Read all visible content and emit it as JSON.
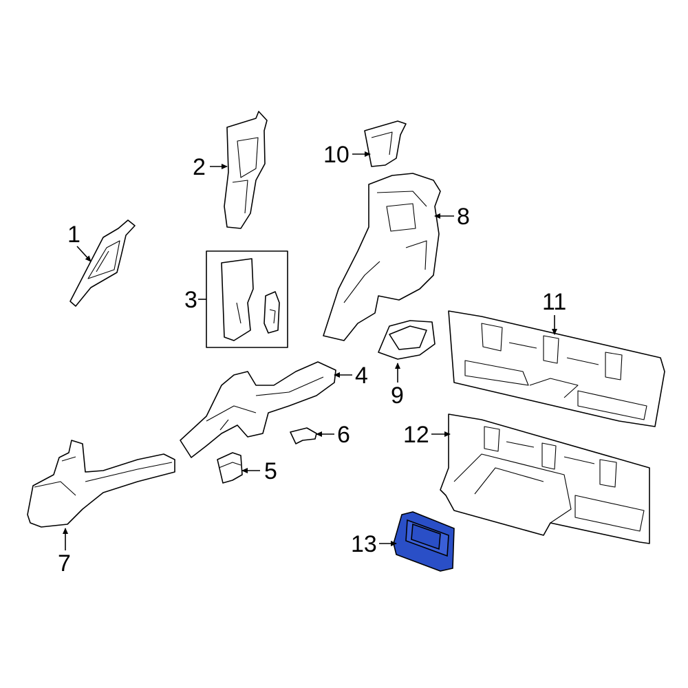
{
  "callouts": [
    {
      "number": "1"
    },
    {
      "number": "2"
    },
    {
      "number": "3"
    },
    {
      "number": "4"
    },
    {
      "number": "5"
    },
    {
      "number": "6"
    },
    {
      "number": "7"
    },
    {
      "number": "8"
    },
    {
      "number": "9"
    },
    {
      "number": "10"
    },
    {
      "number": "11"
    },
    {
      "number": "12"
    },
    {
      "number": "13"
    }
  ],
  "highlight_color": "#2a4fc7",
  "highlighted_part": "13"
}
